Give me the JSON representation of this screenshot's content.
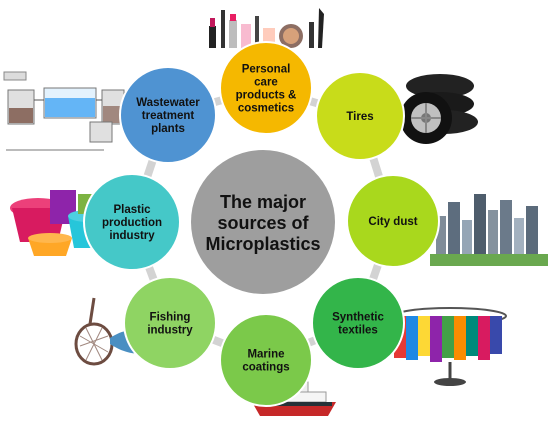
{
  "diagram": {
    "center": {
      "lines": [
        "The major",
        "sources of",
        "Microplastics"
      ],
      "color": "#9e9e9e"
    },
    "connector_color": "#d3d3d3",
    "nodes": [
      {
        "id": "personal-care",
        "lines": [
          "Personal",
          "care",
          "products &",
          "cosmetics"
        ],
        "color": "#f5b800",
        "icon": "cosmetics-icon"
      },
      {
        "id": "tires",
        "lines": [
          "Tires"
        ],
        "color": "#c8dc1a",
        "icon": "tires-icon"
      },
      {
        "id": "city-dust",
        "lines": [
          "City dust"
        ],
        "color": "#a9d81d",
        "icon": "city-skyline-icon"
      },
      {
        "id": "synthetic-textiles",
        "lines": [
          "Synthetic",
          "textiles"
        ],
        "color": "#33b54a",
        "icon": "clothes-rack-icon"
      },
      {
        "id": "marine-coatings",
        "lines": [
          "Marine",
          "coatings"
        ],
        "color": "#7bc94a",
        "icon": "ship-icon"
      },
      {
        "id": "fishing-industry",
        "lines": [
          "Fishing",
          "industry"
        ],
        "color": "#8fd463",
        "icon": "fishing-net-icon"
      },
      {
        "id": "plastic-production",
        "lines": [
          "Plastic",
          "production",
          "industry"
        ],
        "color": "#45c8c8",
        "icon": "plastic-containers-icon"
      },
      {
        "id": "wastewater",
        "lines": [
          "Wastewater",
          "treatment",
          "plants"
        ],
        "color": "#4f93d2",
        "icon": "treatment-plant-icon"
      }
    ]
  }
}
